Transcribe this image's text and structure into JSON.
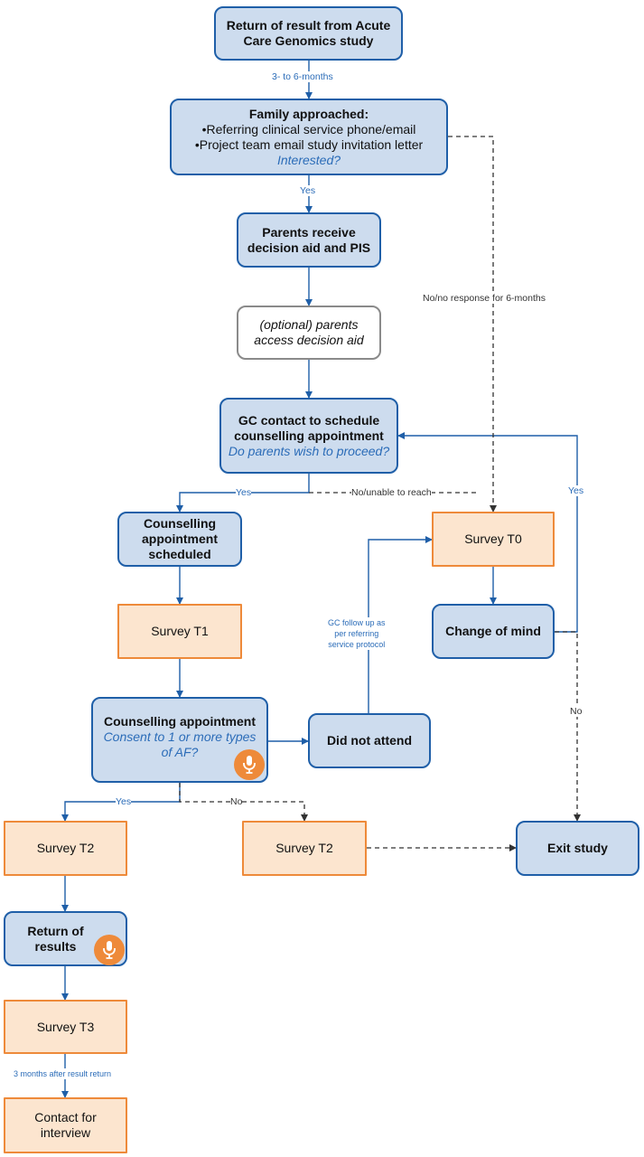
{
  "nodes": {
    "return_acute": [
      "Return of result from Acute",
      "Care Genomics study"
    ],
    "family_approached": {
      "title": "Family approached:",
      "bullets": [
        "•Referring clinical service phone/email",
        "•Project team email study invitation letter"
      ],
      "question": "Interested?"
    },
    "parents_receive": [
      "Parents receive",
      "decision aid and PIS"
    ],
    "optional_access": [
      "(optional) parents",
      "access decision aid"
    ],
    "gc_contact": {
      "lines": [
        "GC contact to schedule",
        "counselling appointment"
      ],
      "question": "Do parents wish to proceed?"
    },
    "counselling_scheduled": [
      "Counselling",
      "appointment",
      "scheduled"
    ],
    "survey_t1": "Survey T1",
    "counselling_appointment": {
      "title": "Counselling appointment",
      "question": [
        "Consent to 1 or more types",
        "of AF?"
      ]
    },
    "did_not_attend": "Did not attend",
    "survey_t0": "Survey T0",
    "change_of_mind": "Change of mind",
    "survey_t2_yes": "Survey T2",
    "survey_t2_no": "Survey T2",
    "exit_study": "Exit study",
    "return_of_results": [
      "Return of",
      "results"
    ],
    "survey_t3": "Survey T3",
    "contact_interview": [
      "Contact for",
      "interview"
    ]
  },
  "edge_labels": {
    "months_3_6": "3- to 6-months",
    "yes_interested": "Yes",
    "no_response": "No/no response for 6-months",
    "yes_proceed": "Yes",
    "no_unable": "No/unable to reach",
    "gc_follow_up": [
      "GC follow up as",
      "per referring",
      "service protocol"
    ],
    "yes_change": "Yes",
    "no_change": "No",
    "yes_consent": "Yes",
    "no_consent": "No",
    "three_months": "3 months after result return"
  },
  "icons": {
    "audio": "microphone-icon"
  },
  "colors": {
    "blue_fill": "#cddcee",
    "blue_border": "#1f5fa8",
    "orange_fill": "#fce5cf",
    "orange_border": "#ee8a3a",
    "gray_border": "#8a8a8a",
    "label_blue": "#2b6cb8",
    "dashed_line": "#333333"
  }
}
